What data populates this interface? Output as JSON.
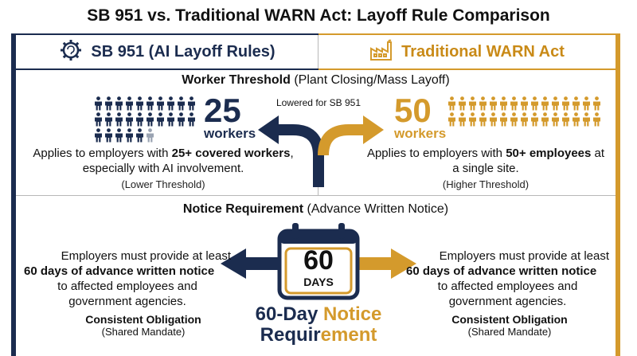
{
  "title": "SB 951 vs. Traditional WARN Act: Layoff Rule Comparison",
  "left_header": {
    "label": "SB 951 (AI Layoff Rules)",
    "icon": "gear-brain-icon"
  },
  "right_header": {
    "label": "Traditional WARN Act",
    "icon": "factory-icon"
  },
  "threshold": {
    "title_bold": "Worker Threshold",
    "title_rest": " (Plant Closing/Mass Layoff)",
    "arrow_label": "Lowered for SB 951",
    "left": {
      "number": "25",
      "unit": "workers",
      "desc_pre": "Applies to employers with ",
      "desc_bold": "25+ covered workers",
      "desc_post": ", especially with AI involvement.",
      "note": "(Lower Threshold)"
    },
    "right": {
      "number": "50",
      "unit": "workers",
      "desc_pre": "Applies to employers with ",
      "desc_bold": "50+ employees",
      "desc_post": " at a single site.",
      "note": "(Higher Threshold)"
    }
  },
  "notice": {
    "title_bold": "Notice Requirement",
    "title_rest": " (Advance Written Notice)",
    "calendar_number": "60",
    "calendar_unit": "DAYS",
    "label_navy_1": "60-Day ",
    "label_gold_1": "Notice",
    "label_navy_2": "Requir",
    "label_gold_2": "ement",
    "left": {
      "line1": "Employers must provide at least",
      "line2": "60 days of advance written notice",
      "line3": "to affected employees and",
      "line4": "government agencies.",
      "footer_bold": "Consistent Obligation",
      "footer_note": "(Shared Mandate)"
    },
    "right": {
      "line1": "Employers must provide at least",
      "line2": "60 days of advance written notice",
      "line3": "to affected employees and",
      "line4": "government agencies.",
      "footer_bold": "Consistent Obligation",
      "footer_note": "(Shared Mandate)"
    }
  },
  "colors": {
    "navy": "#1b2c4f",
    "gold": "#d49a2c",
    "gray_person": "#9aa3b2"
  }
}
